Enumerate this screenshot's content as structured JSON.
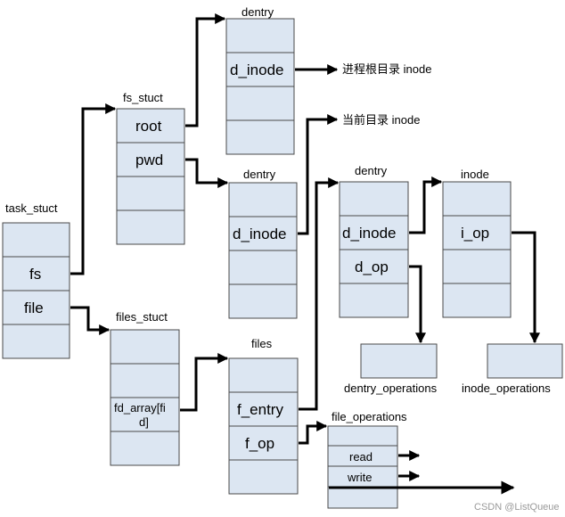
{
  "structures": {
    "task_stuct": {
      "title": "task_stuct",
      "fields": [
        "fs",
        "file"
      ]
    },
    "fs_stuct": {
      "title": "fs_stuct",
      "fields": [
        "root",
        "pwd"
      ]
    },
    "dentry_root": {
      "title": "dentry",
      "fields": [
        "d_inode"
      ]
    },
    "dentry_pwd": {
      "title": "dentry",
      "fields": [
        "d_inode"
      ]
    },
    "dentry_file": {
      "title": "dentry",
      "fields": [
        "d_inode",
        "d_op"
      ]
    },
    "inode": {
      "title": "inode",
      "fields": [
        "i_op"
      ]
    },
    "files_stuct": {
      "title": "files_stuct",
      "fields": [
        "fd_array[fi",
        "d]"
      ]
    },
    "files": {
      "title": "files",
      "fields": [
        "f_entry",
        "f_op"
      ]
    },
    "file_operations": {
      "title": "file_operations",
      "fields": [
        "read",
        "write"
      ]
    }
  },
  "notes": {
    "root_inode": "进程根目录 inode",
    "cwd_inode": "当前目录 inode"
  },
  "labels": {
    "dentry_operations": "dentry_operations",
    "inode_operations": "inode_operations"
  },
  "watermark": "CSDN @ListQueue",
  "colors": {
    "box_fill": "#dce6f2",
    "box_stroke": "#4a4a4a",
    "arrow": "#000000"
  }
}
